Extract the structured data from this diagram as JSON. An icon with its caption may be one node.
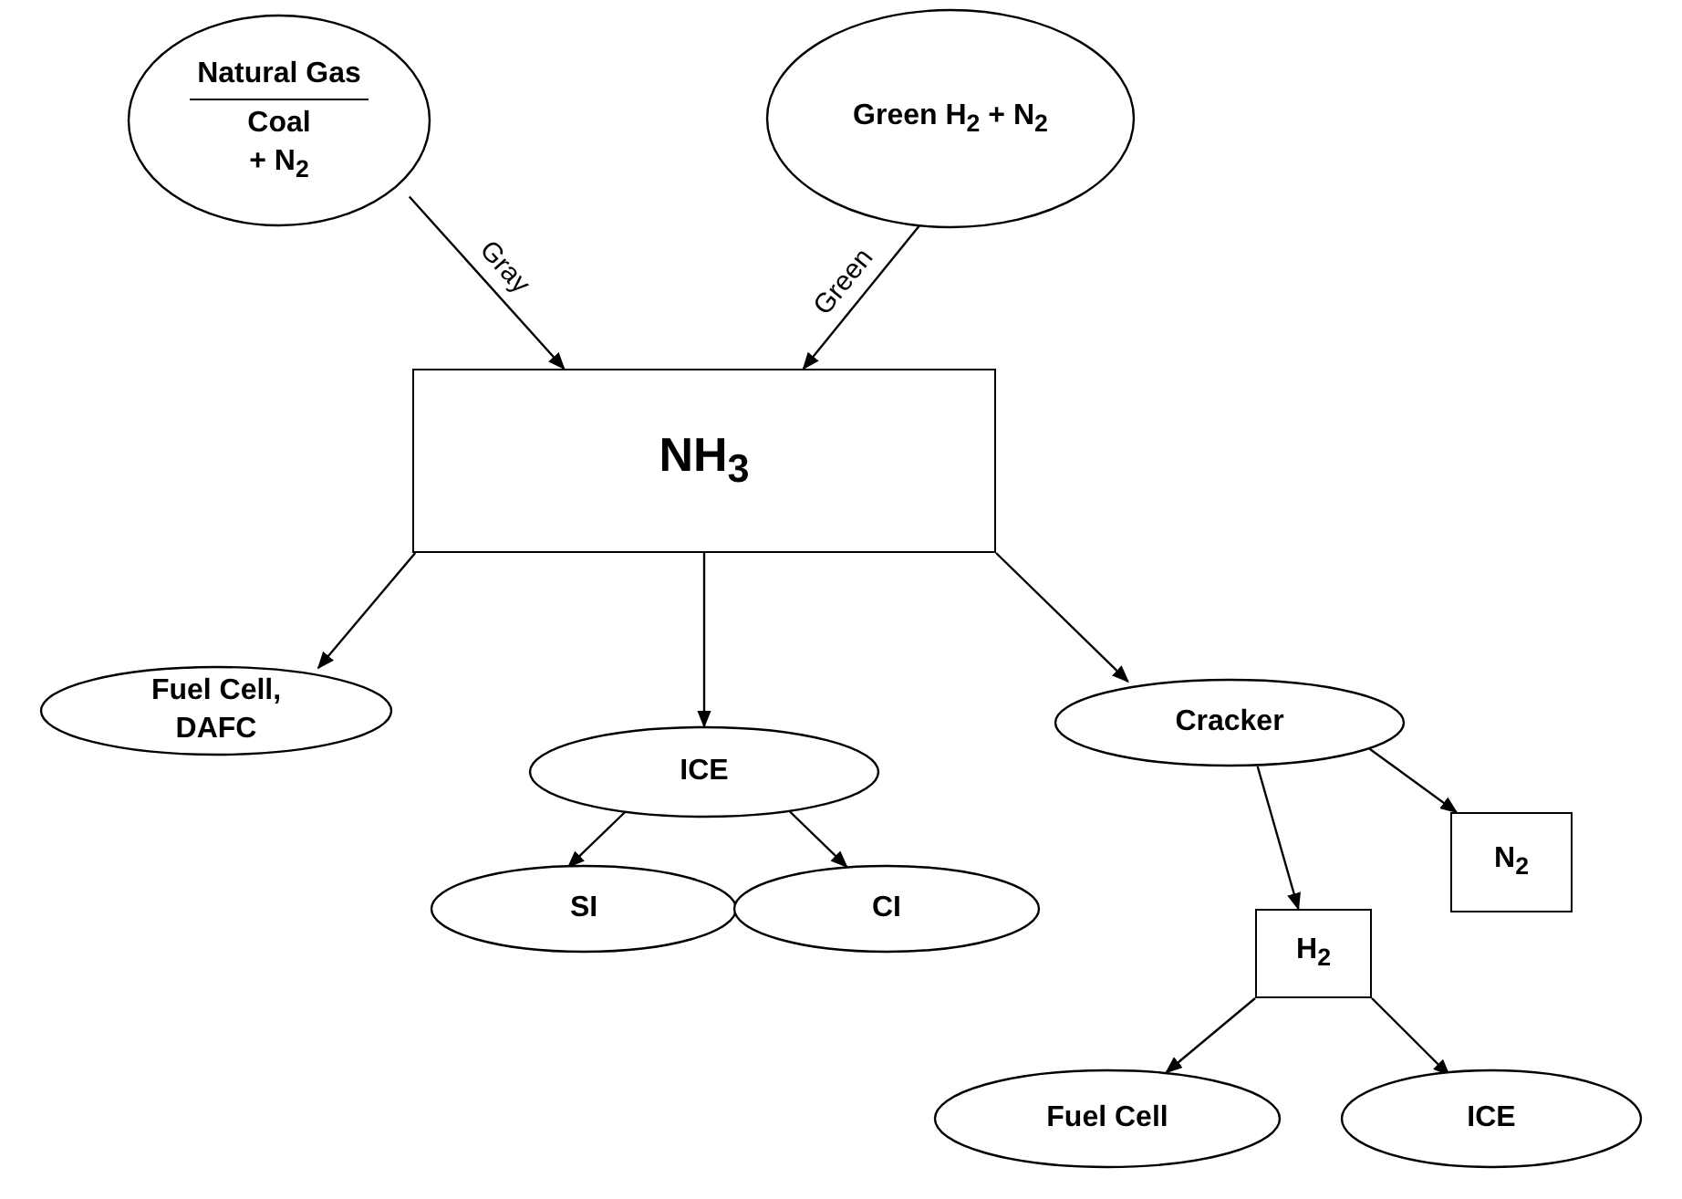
{
  "diagram": {
    "nodes": [
      {
        "text": [
          "Natural Gas",
          "Coal",
          "+ N$_{2}$"
        ]
      },
      {
        "text": [
          "Green H$_{2}$ + N$_{2}$"
        ]
      },
      {
        "text": [
          "NH$_{3}$"
        ]
      },
      {
        "text": [
          "Fuel Cell, DAFC"
        ]
      },
      {
        "text": [
          "ICE"
        ]
      },
      {
        "text": [
          "Cracker"
        ]
      },
      {
        "text": [
          "N$_{2}$"
        ]
      },
      {
        "text": [
          "SI"
        ]
      },
      {
        "text": [
          "CI"
        ]
      },
      {
        "text": [
          "H$_{2}$"
        ]
      },
      {
        "text": [
          "Fuel Cell"
        ]
      },
      {
        "text": [
          "ICE"
        ]
      }
    ],
    "edges": [
      {
        "from": 0,
        "to": 2,
        "arrow": "to",
        "label": "Gray"
      },
      {
        "from": 1,
        "to": 2,
        "arrow": "to",
        "label": "Green"
      },
      {
        "from": 2,
        "to": 3,
        "arrow": "to"
      },
      {
        "from": 2,
        "to": 4,
        "arrow": "to"
      },
      {
        "from": 2,
        "to": 5,
        "arrow": "to"
      },
      {
        "from": 4,
        "to": 7,
        "arrow": "to"
      },
      {
        "from": 4,
        "to": 8,
        "arrow": "to"
      },
      {
        "from": 5,
        "to": 9,
        "arrow": "to"
      },
      {
        "from": 5,
        "to": 6,
        "arrow": "to"
      },
      {
        "from": 9,
        "to": 10,
        "arrow": "to"
      },
      {
        "from": 9,
        "to": 11,
        "arrow": "to"
      }
    ]
  }
}
